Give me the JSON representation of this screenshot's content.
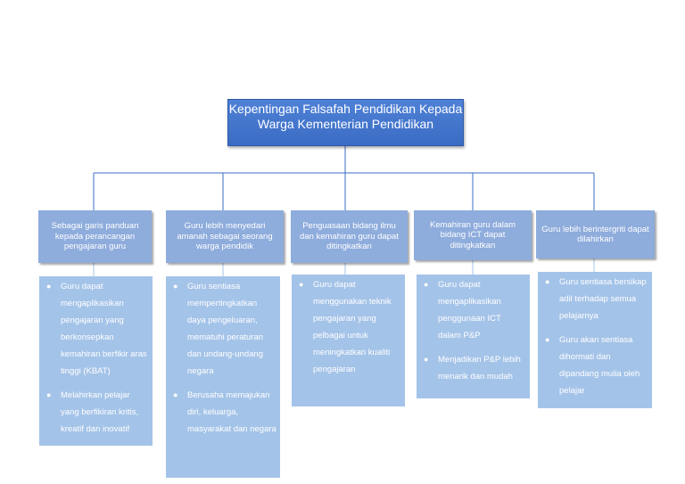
{
  "root": {
    "title": "Kepentingan Falsafah Pendidikan Kepada Warga Kementerian Pendidikan"
  },
  "branches": [
    {
      "heading": "Sebagai garis panduan kepada perancangan pengajaran guru",
      "points": [
        "Guru dapat mengaplikasikan pengajaran yang berkonsepkan kemahiran berfikir aras tinggi (KBAT)",
        "Melahirkan pelajar yang berfikiran kritis, kreatif dan inovatif"
      ]
    },
    {
      "heading": "Guru lebih menyedari amanah sebagai seorang warga pendidik",
      "points": [
        "Guru sentiasa mempertingkatkan daya pengeluaran, mematuhi peraturan dan undang-undang negara",
        "Berusaha memajukan diri, keluarga, masyarakat dan negara"
      ]
    },
    {
      "heading": "Penguasaan bidang ilmu dan kemahiran guru dapat ditingkatkan",
      "points": [
        "Guru dapat menggunakan teknik pengajaran yang pelbagai untuk meningkatkan kualiti pengajaran"
      ]
    },
    {
      "heading": "Kemahiran guru dalam bidang ICT dapat ditingkatkan",
      "points": [
        "Guru dapat mengaplikasikan penggunaan ICT dalam P&P",
        "Menjadikan P&P lebih menarik dan mudah"
      ]
    },
    {
      "heading": "Guru lebih berintergriti dapat dilahirkan",
      "points": [
        "Guru sentiasa bersikap adil terhadap semua pelajarnya",
        "Guru akan sentiasa dihormati dan dipandang mulia oleh pelajar"
      ]
    }
  ]
}
